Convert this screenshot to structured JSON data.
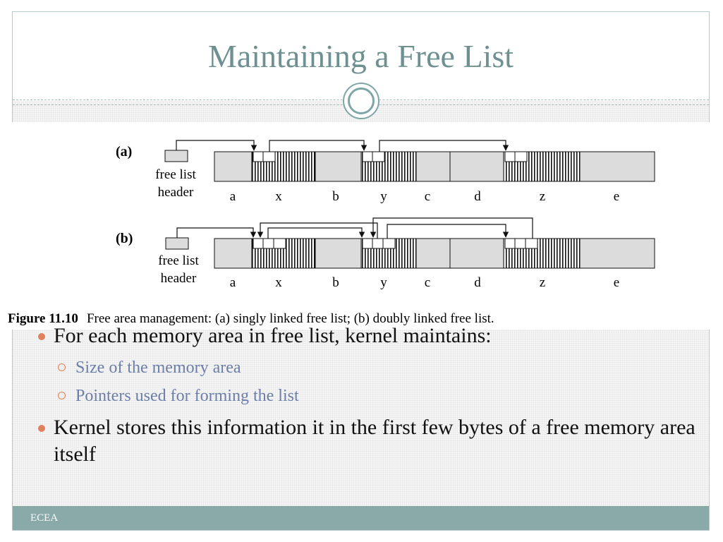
{
  "slide": {
    "title": "Maintaining a Free List",
    "footer": "ECEA"
  },
  "figure": {
    "panels": [
      {
        "label": "(a)",
        "header_line1": "free list",
        "header_line2": "header",
        "areas": [
          "a",
          "x",
          "b",
          "y",
          "c",
          "d",
          "z",
          "e"
        ]
      },
      {
        "label": "(b)",
        "header_line1": "free list",
        "header_line2": "header",
        "areas": [
          "a",
          "x",
          "b",
          "y",
          "c",
          "d",
          "z",
          "e"
        ]
      }
    ],
    "caption_label": "Figure 11.10",
    "caption_text": "Free area management: (a) singly linked free list; (b) doubly linked free list."
  },
  "bullets": [
    {
      "text": "For each memory area in free list, kernel maintains:",
      "subitems": [
        "Size of the memory area",
        "Pointers used for forming the list"
      ]
    },
    {
      "text": "Kernel stores this information it in the first few bytes of a free memory area itself",
      "subitems": []
    }
  ],
  "colors": {
    "title": "#6e9090",
    "accent_bullet": "#e0805c",
    "sub_bullet_text": "#6b7eaa",
    "footer_bar": "#8aa9a9"
  }
}
